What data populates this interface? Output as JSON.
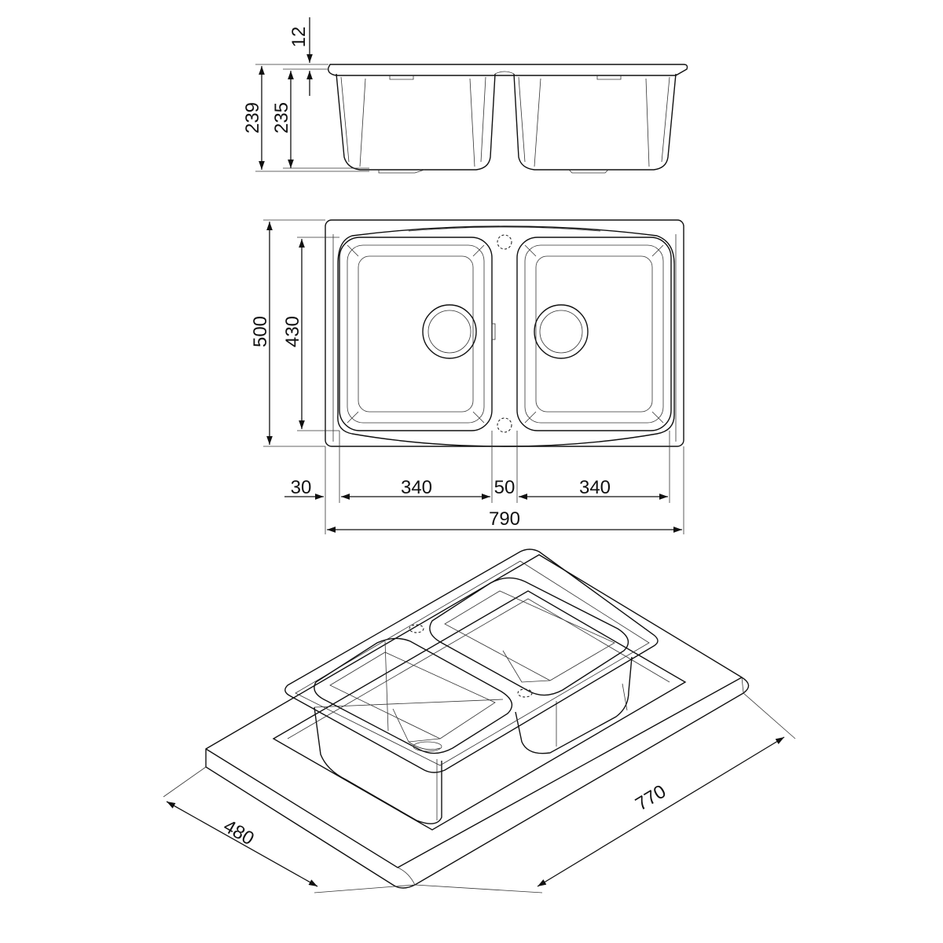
{
  "dimensions": {
    "flange_thickness": "12",
    "total_depth": "239",
    "bowl_depth": "235",
    "total_width": "500",
    "bowl_width": "430",
    "side_margin": "30",
    "bowl_length_left": "340",
    "gap": "50",
    "bowl_length_right": "340",
    "total_length": "790",
    "cutout_depth": "480",
    "cutout_length": "770"
  }
}
